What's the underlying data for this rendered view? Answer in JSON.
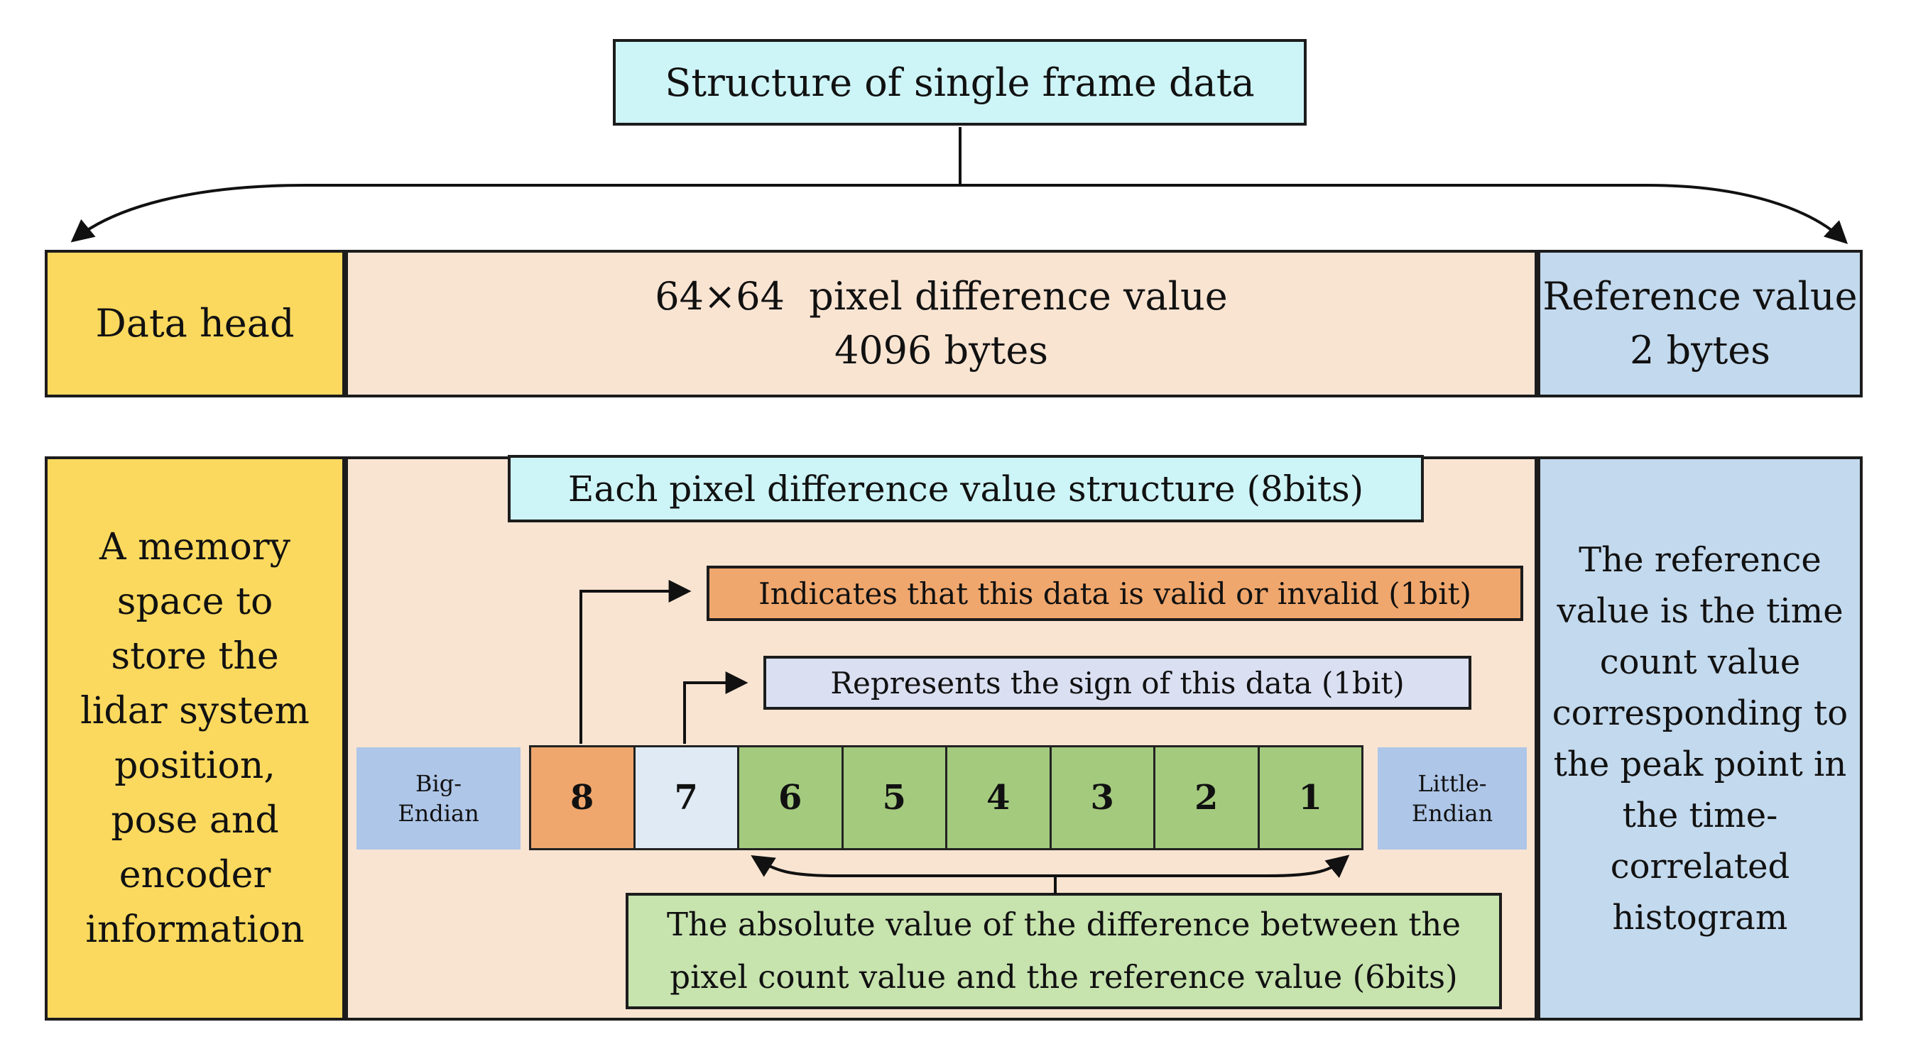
{
  "title": "Structure of single frame data",
  "frame_row": {
    "data_head": "Data head",
    "pixel_diff_lines": [
      "64×64  pixel difference value",
      "4096 bytes"
    ],
    "reference_lines": [
      "Reference value",
      "2 bytes"
    ]
  },
  "detail_row": {
    "memory_lines": [
      "A memory",
      "space to",
      "store the",
      "lidar system",
      "position,",
      "pose and",
      "encoder",
      "information"
    ],
    "structure_header": "Each pixel difference value structure (8bits)",
    "valid_note": "Indicates that this data is valid or invalid (1bit)",
    "sign_note": "Represents the sign of this data (1bit)",
    "big_endian_lines": [
      "Big-",
      "Endian"
    ],
    "little_endian_lines": [
      "Little-",
      "Endian"
    ],
    "bits": [
      "8",
      "7",
      "6",
      "5",
      "4",
      "3",
      "2",
      "1"
    ],
    "abs_note_lines": [
      "The absolute value of the difference between the",
      "pixel count value and the reference value (6bits)"
    ],
    "reference_note_lines": [
      "The reference",
      "value is the time",
      "count value",
      "corresponding to",
      "the peak point in",
      "the time-",
      "correlated",
      "histogram"
    ]
  },
  "colors": {
    "cyan_header": "#cdf4f6",
    "yellow_block": "#fbd95e",
    "peach_block": "#f9e4d2",
    "light_blue_block": "#c3d9ed",
    "periwinkle_endian": "#aec6e8",
    "orange_valid": "#f0a76d",
    "lavender_sign": "#dadff2",
    "pale_blue_bit7": "#dfeaf5",
    "green_bits": "#a4ca7e",
    "green_note": "#c7e3ae",
    "line": "#111111"
  }
}
